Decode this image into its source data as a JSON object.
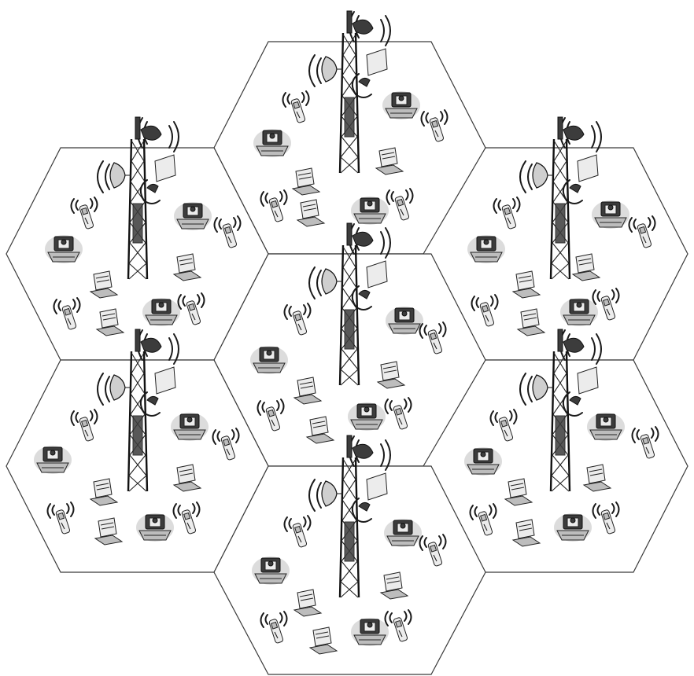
{
  "diagram": {
    "kind": "cellular network hexagonal cell layout",
    "cells": [
      {
        "id": "top",
        "has_tower": true,
        "devices": [
          "phone",
          "desk-phone",
          "laptop",
          "laptop",
          "phone",
          "desk-phone",
          "laptop",
          "phone"
        ]
      },
      {
        "id": "upper-left",
        "has_tower": true,
        "devices": [
          "phone",
          "desk-phone",
          "laptop",
          "laptop",
          "phone",
          "desk-phone",
          "laptop",
          "phone"
        ]
      },
      {
        "id": "upper-right",
        "has_tower": true,
        "devices": [
          "phone",
          "desk-phone",
          "laptop",
          "laptop",
          "phone",
          "desk-phone",
          "laptop",
          "phone"
        ]
      },
      {
        "id": "center",
        "has_tower": true,
        "devices": [
          "phone",
          "desk-phone",
          "laptop",
          "laptop",
          "phone",
          "desk-phone",
          "laptop",
          "phone"
        ]
      },
      {
        "id": "lower-left",
        "has_tower": true,
        "devices": [
          "phone",
          "desk-phone",
          "laptop",
          "laptop",
          "phone",
          "desk-phone",
          "laptop",
          "phone"
        ]
      },
      {
        "id": "lower-right",
        "has_tower": true,
        "devices": [
          "phone",
          "desk-phone",
          "laptop",
          "laptop",
          "phone",
          "desk-phone",
          "laptop",
          "phone"
        ]
      },
      {
        "id": "bottom",
        "has_tower": true,
        "devices": [
          "phone",
          "desk-phone",
          "laptop",
          "laptop",
          "phone",
          "desk-phone",
          "laptop",
          "phone"
        ]
      }
    ],
    "icons": {
      "tower": "cell-tower-icon",
      "phone": "mobile-phone-icon",
      "desk-phone": "desk-phone-icon",
      "laptop": "laptop-icon"
    },
    "colors": {
      "background": "#ffffff",
      "outline": "#3a3a3a",
      "device_shade": "#bdbdbd",
      "device_halo": "#d6d6d6"
    }
  }
}
